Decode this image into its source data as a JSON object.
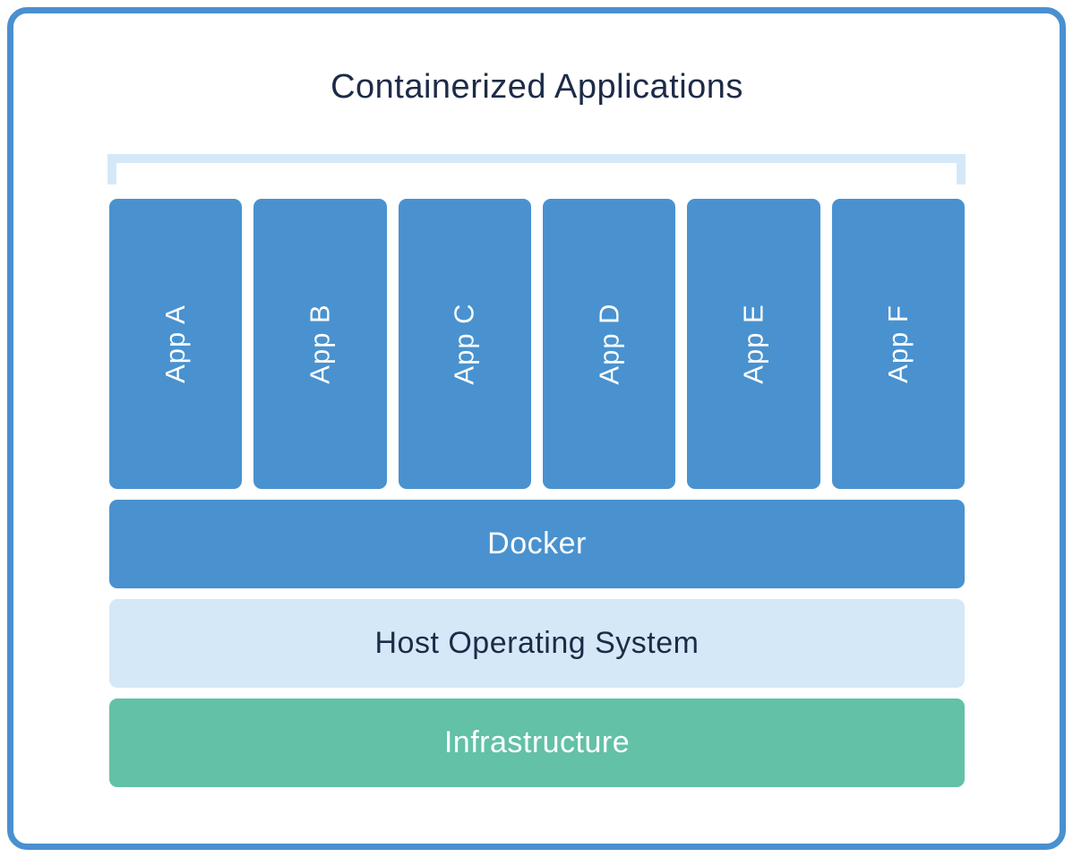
{
  "diagram": {
    "title": "Containerized Applications",
    "apps": [
      "App A",
      "App B",
      "App C",
      "App D",
      "App E",
      "App F"
    ],
    "layers": [
      {
        "id": "docker",
        "label": "Docker",
        "bg": "#4992cf",
        "text_color": "#ffffff"
      },
      {
        "id": "host-os",
        "label": "Host Operating System",
        "bg": "#d4e8f8",
        "text_color": "#1d2b47"
      },
      {
        "id": "infrastructure",
        "label": "Infrastructure",
        "bg": "#62c1a7",
        "text_color": "#ffffff"
      }
    ],
    "colors": {
      "frame_border": "#4a90d0",
      "app_blue": "#4992cf",
      "bracket_light_blue": "#d4e8f8",
      "host_os_light_blue": "#d4e8f8",
      "infrastructure_green": "#62c1a7",
      "title_navy": "#1d2b47",
      "background": "#ffffff"
    }
  }
}
